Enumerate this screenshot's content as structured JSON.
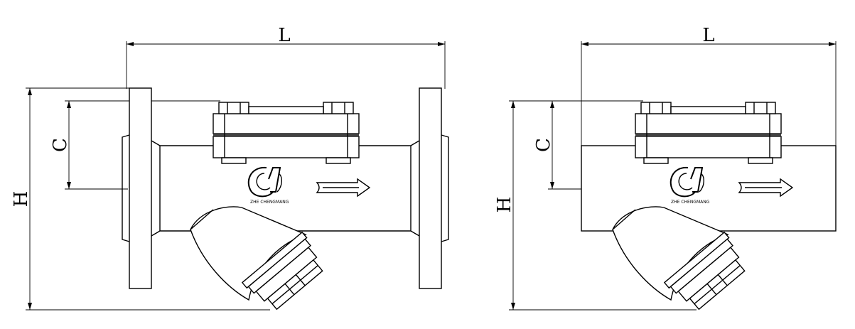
{
  "dimensions": {
    "length": "L",
    "height": "H",
    "center_height": "C"
  },
  "logo": {
    "text": "ZHE CHENGMANG"
  }
}
